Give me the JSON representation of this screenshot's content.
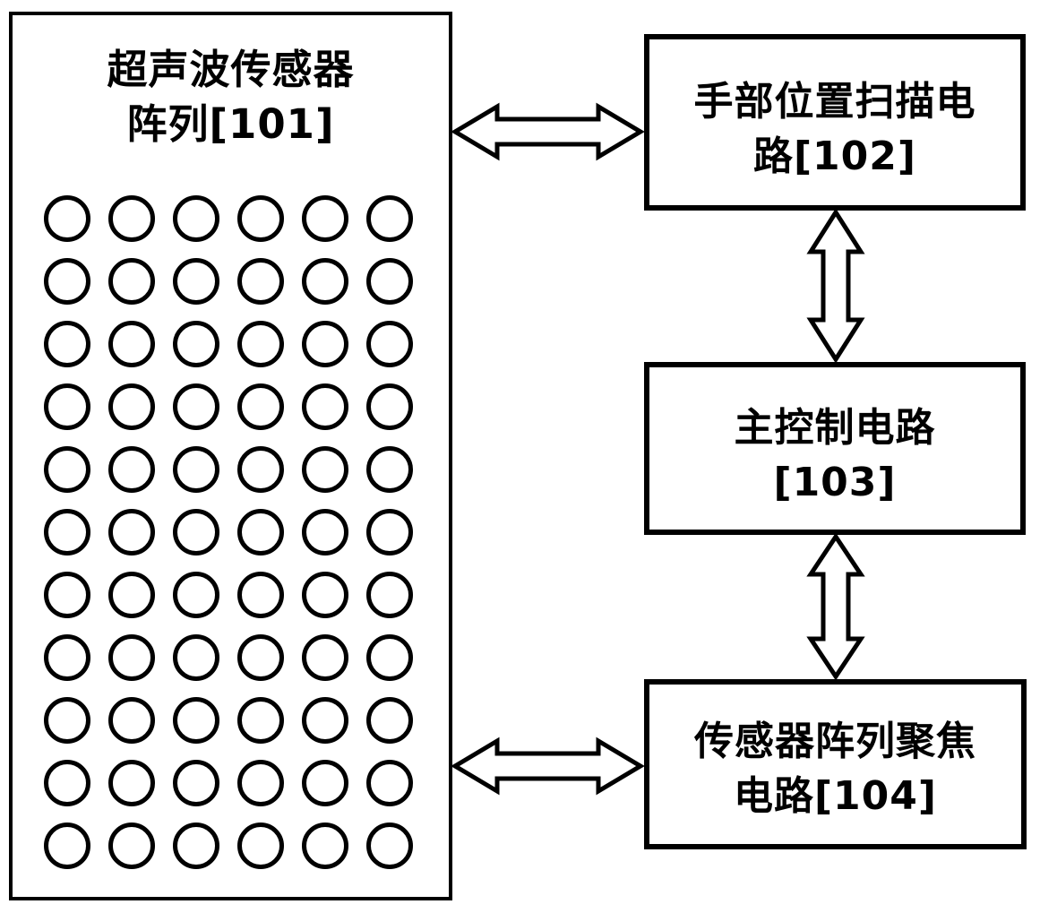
{
  "colors": {
    "line": "#000000",
    "background": "#ffffff"
  },
  "sensor_array": {
    "label_line1": "超声波传感器",
    "label_line2": "阵列[101]",
    "grid": {
      "rows": 11,
      "cols": 6
    }
  },
  "boxes": [
    {
      "name": "hand-position-scan-circuit",
      "line1": "手部位置扫描电",
      "line2": "路[102]"
    },
    {
      "name": "main-control-circuit",
      "line1": "主控制电路",
      "line2": "[103]"
    },
    {
      "name": "sensor-array-focus-circuit",
      "line1": "传感器阵列聚焦",
      "line2": "电路[104]"
    }
  ],
  "connectors": [
    {
      "name": "array-to-scan-circuit",
      "type": "double-arrow-horizontal"
    },
    {
      "name": "scan-to-main-control",
      "type": "double-arrow-vertical"
    },
    {
      "name": "main-control-to-focus",
      "type": "double-arrow-vertical"
    },
    {
      "name": "array-to-focus-circuit",
      "type": "double-arrow-horizontal"
    }
  ]
}
